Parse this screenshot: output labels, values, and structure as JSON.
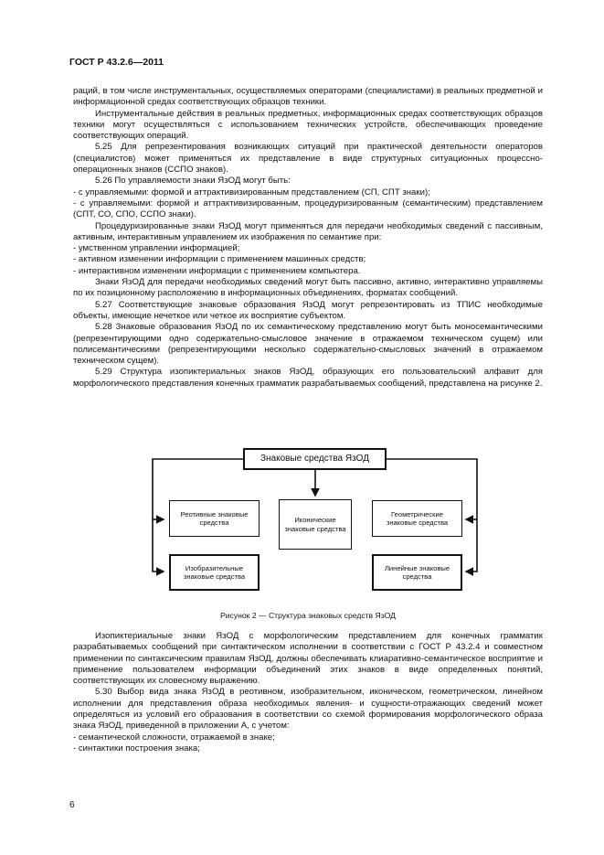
{
  "header": {
    "doc_id": "ГОСТ Р 43.2.6—2011"
  },
  "block1": {
    "paragraphs": [
      "раций, в том числе инструментальных, осуществляемых операторами (специалистами) в реальных предметной и информационной средах соответствующих образцов техники.",
      "Инструментальные действия в реальных предметных, информационных средах соответствующих образцов техники могут осуществляться с использованием технических устройств, обеспечивающих проведение соответствующих операций.",
      "5.25 Для репрезентирования возникающих ситуаций при практической деятельности операторов (специалистов) может применяться их представление в виде структурных ситуационных процессно-операционных знаков (ССПО знаков).",
      "5.26 По управляемости знаки ЯзОД могут быть:",
      "- с управляемыми: формой и аттрактивизированным представлением (СП, СПТ знаки);",
      "- с управляемыми: формой и аттрактивизированным, процедуризированным (семантическим) представлением (СПТ, СО, СПО, ССПО знаки).",
      "Процедуризированные знаки ЯзОД могут применяться для передачи необходимых сведений с пассивным, активным, интерактивным управлением их изображения по семантике при:",
      "- умственном управлении информацией;",
      "- активном изменении информации с применением машинных средств;",
      "- интерактивном изменении информации с применением компьютера.",
      "Знаки ЯзОД для передачи необходимых сведений могут быть пассивно, активно, интерактивно управляемы по их позиционному расположению в информационных объединениях, форматах сообщений.",
      "5.27 Соответствующие знаковые образования ЯзОД могут репрезентировать из ТПИС необходимые объекты, имеющие нечеткое или четкое их восприятие субъектом.",
      "5.28 Знаковые образования ЯзОД по их семантическому представлению могут быть моносемантическими (репрезентирующими одно содержательно-смысловое значение в отражаемом техническом сущем) или полисемантическими (репрезентирующими несколько содержательно-смысловых значений в отражаемом техническом сущем).",
      "5.29 Структура изопиктериальных знаков ЯзОД, образующих его пользовательский алфавит для морфологического представления конечных грамматик разрабатываемых сообщений, представлена на рисунке 2."
    ]
  },
  "figure": {
    "top_box": "Знаковые средства ЯзОД",
    "box_reot": "Реотивные знаковые средства",
    "box_icon": "Иконические знаковые средства",
    "box_geom": "Геометрические знаковые средства",
    "box_izob": "Изобразительные знаковые средства",
    "box_line": "Линейные знаковые средства",
    "caption": "Рисунок 2 — Структура знаковых средств ЯзОД"
  },
  "block2": {
    "paragraphs": [
      "Изопиктериальные знаки ЯзОД с морфологическим представлением для конечных грамматик разрабатываемых сообщений при синтактическом исполнении в соответствии с ГОСТ Р 43.2.4 и совместном применении по синтаксическим правилам ЯзОД, должны обеспечивать клиаративно-семантическое восприятие и применение пользователем информации объединений этих знаков в виде определенных понятий, соответствующих их словесному выражению.",
      "5.30 Выбор вида знака ЯзОД в реотивном, изобразительном, иконическом, геометрическом, линейном исполнении для представления образа необходимых явления- и сущности-отражающих сведений может определяться из условий его образования в соответствии со схемой формирования морфологического образа знака ЯзОД, приведенной в приложении А, с учетом:",
      "- семантической сложности, отражаемой в знаке;",
      "- синтактики построения знака;"
    ]
  },
  "footer": {
    "page_number": "6"
  }
}
